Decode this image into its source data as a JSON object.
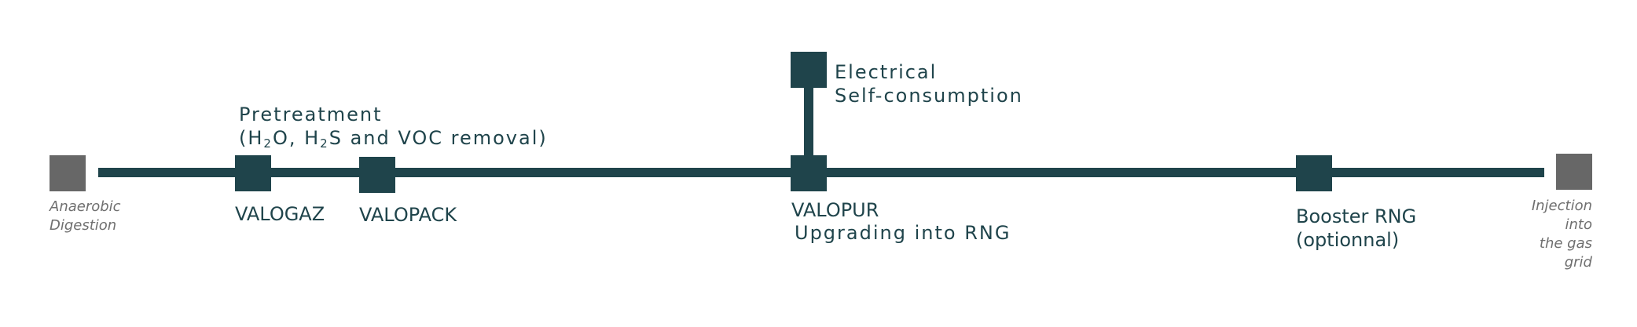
{
  "start": {
    "label_lines": [
      "Anaerobic",
      "Digestion"
    ]
  },
  "end": {
    "label_lines": [
      "Injection",
      "into",
      "the gas",
      "grid"
    ]
  },
  "nodes": {
    "valogaz": {
      "label": "VALOGAZ"
    },
    "valopack": {
      "label": "VALOPACK"
    },
    "valopur": {
      "label": "VALOPUR",
      "sublabel": "Upgrading into RNG"
    },
    "booster": {
      "label_lines": [
        "Booster RNG",
        "(optionnal)"
      ]
    },
    "electrical": {
      "label_lines": [
        "Electrical",
        "Self-consumption"
      ]
    }
  },
  "pretreatment": {
    "title": "Pretreatment",
    "detail": {
      "open": "(H",
      "sub1": "2",
      "mid1": "O, H",
      "sub2": "2",
      "rest": "S and VOC removal)"
    }
  },
  "colors": {
    "main": "#1f444b",
    "endpoint": "#676767",
    "endpoint_text": "#6f6f6f"
  }
}
